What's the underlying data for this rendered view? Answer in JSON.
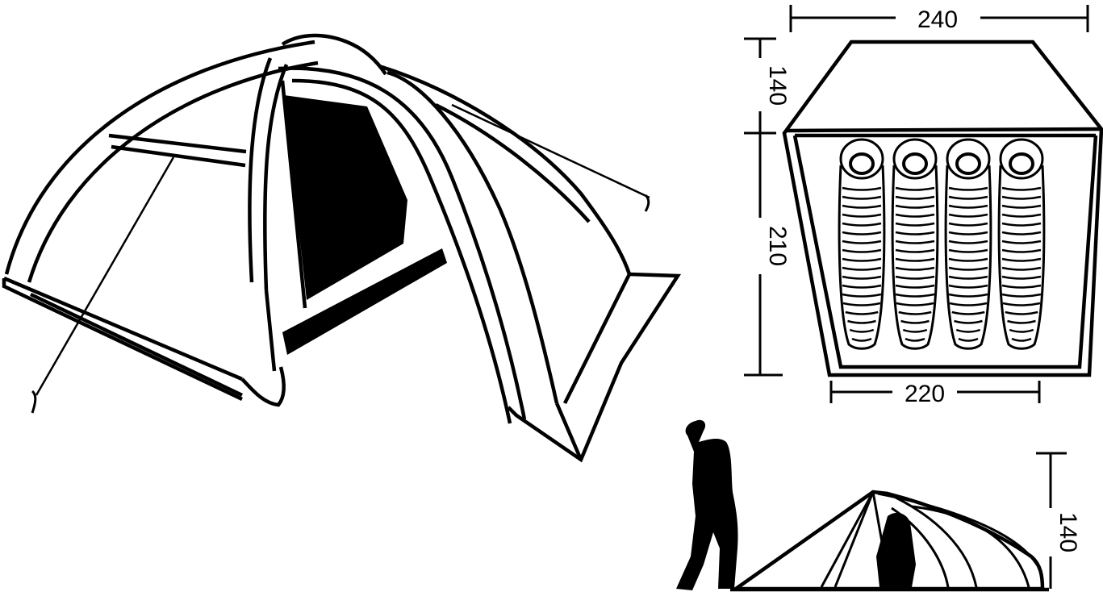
{
  "dimensions": {
    "top_width": "240",
    "vestibule_depth": "140",
    "inner_length": "210",
    "inner_width": "220",
    "height": "140"
  },
  "sleeping_bag_count": 4,
  "colors": {
    "line": "#000000",
    "background": "#ffffff"
  }
}
